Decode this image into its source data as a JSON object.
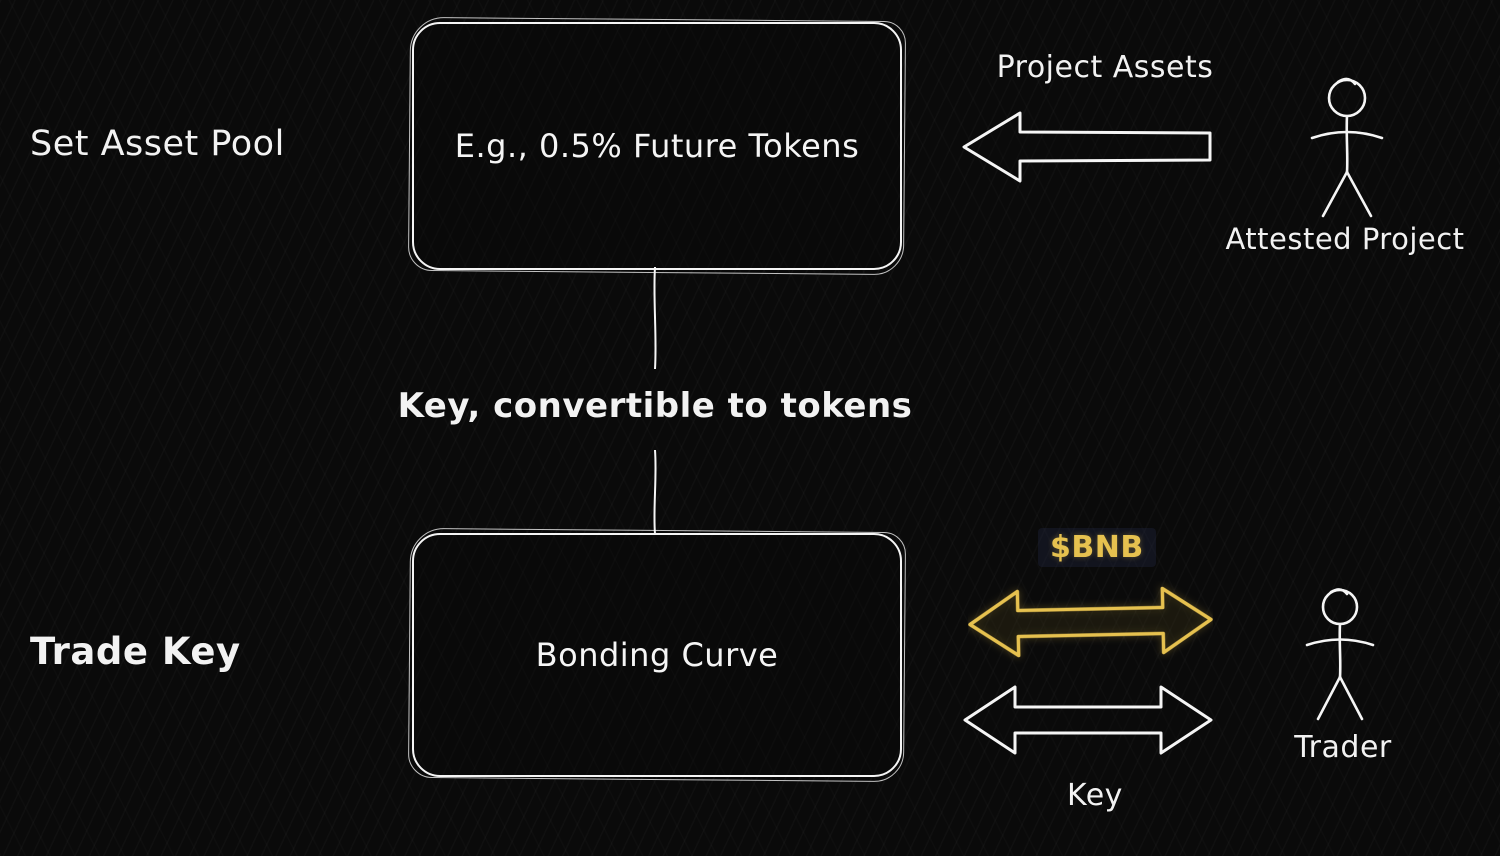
{
  "labels": {
    "set_asset_pool": "Set Asset Pool",
    "trade_key": "Trade Key",
    "top_box": "E.g., 0.5% Future Tokens",
    "bottom_box": "Bonding Curve",
    "connector": "Key, convertible to tokens",
    "project_assets": "Project Assets",
    "attested_project": "Attested Project",
    "bnb": "$BNB",
    "key": "Key",
    "trader": "Trader"
  },
  "colors": {
    "accent_gold": "#e6c14f",
    "foreground": "#f5f5f5",
    "background": "#0a0a0a"
  }
}
